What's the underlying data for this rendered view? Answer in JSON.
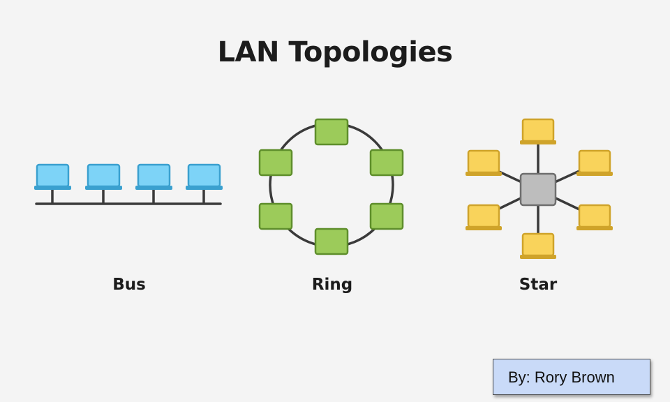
{
  "title": "LAN Topologies",
  "topologies": [
    {
      "label": "Bus",
      "node_count": 4,
      "color": "#7dd3f7"
    },
    {
      "label": "Ring",
      "node_count": 6,
      "color": "#9ccb5a"
    },
    {
      "label": "Star",
      "node_count": 6,
      "color": "#f9d35b",
      "hub_color": "#bdbdbd"
    }
  ],
  "author": "By: Rory Brown"
}
